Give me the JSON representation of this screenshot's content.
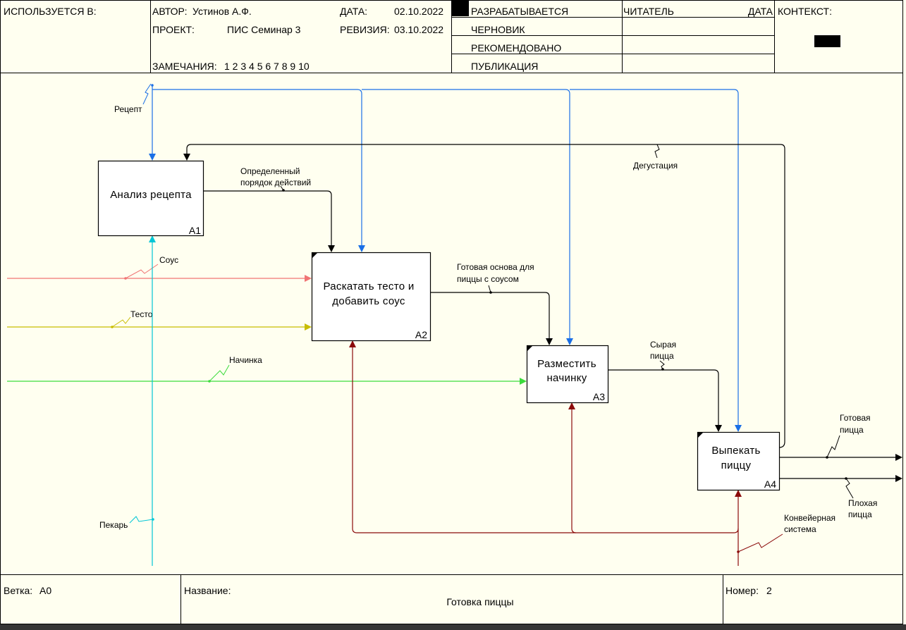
{
  "header": {
    "used_in_label": "ИСПОЛЬЗУЕТСЯ В:",
    "author_label": "АВТОР:",
    "author": "Устинов А.Ф.",
    "date_label": "ДАТА:",
    "date": "02.10.2022",
    "project_label": "ПРОЕКТ:",
    "project": "ПИС Семинар 3",
    "revision_label": "РЕВИЗИЯ:",
    "revision": "03.10.2022",
    "notes_label": "ЗАМЕЧАНИЯ:",
    "notes": "1 2 3 4 5 6 7 8 9 10",
    "status": [
      "РАЗРАБАТЫВАЕТСЯ",
      "ЧЕРНОВИК",
      "РЕКОМЕНДОВАНО",
      "ПУБЛИКАЦИЯ"
    ],
    "reader_label": "ЧИТАТЕЛЬ",
    "reader_date_label": "ДАТА",
    "context_label": "КОНТЕКСТ:"
  },
  "boxes": [
    {
      "id": "A1",
      "lines": [
        "Анализ рецепта"
      ]
    },
    {
      "id": "A2",
      "lines": [
        "Раскатать тесто и",
        "добавить соус"
      ]
    },
    {
      "id": "A3",
      "lines": [
        "Разместить",
        "начинку"
      ]
    },
    {
      "id": "A4",
      "lines": [
        "Выпекать",
        "пиццу"
      ]
    }
  ],
  "labels": {
    "recipe": "Рецепт",
    "order": [
      "Определенный",
      "порядок действий"
    ],
    "base": [
      "Готовая основа для",
      "пиццы с соусом"
    ],
    "raw": [
      "Сырая",
      "пицца"
    ],
    "tasting": "Дегустация",
    "ready": [
      "Готовая",
      "пицца"
    ],
    "bad": [
      "Плохая",
      "пицца"
    ],
    "sauce": "Соус",
    "dough": "Тесто",
    "filling": "Начинка",
    "baker": "Пекарь",
    "conveyor": [
      "Конвейерная",
      "система"
    ]
  },
  "footer": {
    "node_label": "Ветка:",
    "node": "А0",
    "title_label": "Название:",
    "title": "Готовка пиццы",
    "number_label": "Номер:",
    "number": "2"
  },
  "colors": {
    "background": "#fffff0",
    "recipe": "#1a6fe6",
    "recipe_text": "#1a63c8",
    "flow": "#000000",
    "sauce": "#f07474",
    "sauce_text": "#f06464",
    "dough": "#c8bd00",
    "dough_text": "#cdb600",
    "filling": "#3cdc3c",
    "filling_text": "#34d034",
    "baker": "#00c6d6",
    "conveyor": "#8b0a0a",
    "bottom_bar": "#353535"
  }
}
